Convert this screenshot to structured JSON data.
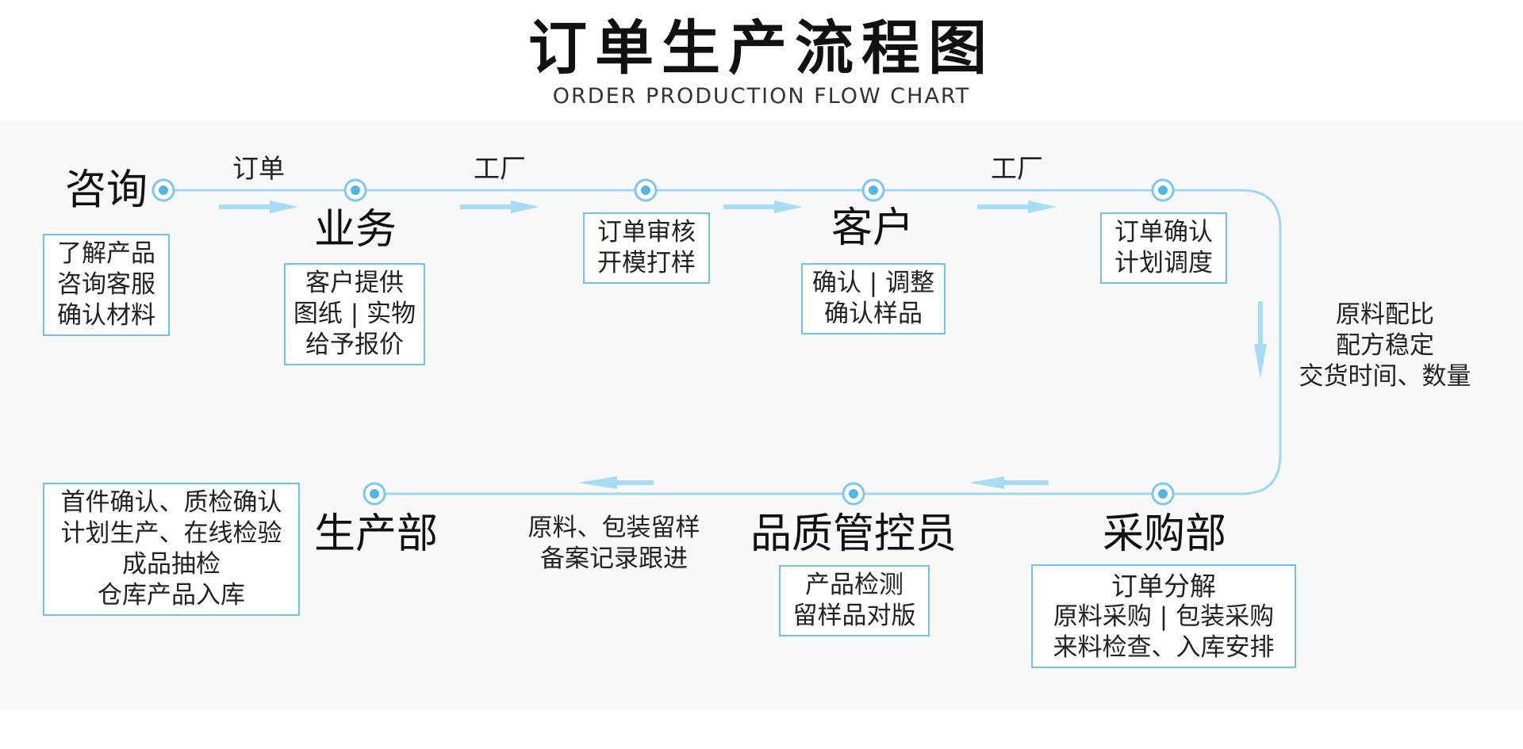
{
  "header": {
    "title": "订单生产流程图",
    "subtitle": "ORDER PRODUCTION FLOW CHART"
  },
  "colors": {
    "flow_line": "#9fd8f2",
    "node_ring": "#7cc9ee",
    "node_fill": "#52b6e6",
    "box_border": "#6fc3ec",
    "panel_bg": "#f8f8f8"
  },
  "stages": {
    "consult": "咨询",
    "business": "业务",
    "customer": "客户",
    "purchasing": "采购部",
    "quality": "品质管控员",
    "production": "生产部"
  },
  "edges": {
    "e1": "订单",
    "e2": "工厂",
    "e3": "工厂"
  },
  "boxes": {
    "consult": [
      "了解产品",
      "咨询客服",
      "确认材料"
    ],
    "business": [
      "客户提供",
      "图纸 | 实物",
      "给予报价"
    ],
    "review": [
      "订单审核",
      "开模打样"
    ],
    "customer": [
      "确认 | 调整",
      "确认样品"
    ],
    "confirm": [
      "订单确认",
      "计划调度"
    ],
    "purchasing": [
      "订单分解",
      "原料采购 | 包装采购",
      "来料检查、入库安排"
    ],
    "quality": [
      "产品检测",
      "留样品对版"
    ],
    "production": [
      "首件确认、质检确认",
      "计划生产、在线检验",
      "成品抽检",
      "仓库产品入库"
    ]
  },
  "notes": {
    "right": [
      "原料配比",
      "配方稳定",
      "交货时间、数量"
    ],
    "bottom": [
      "原料、包装留样",
      "备案记录跟进"
    ]
  }
}
